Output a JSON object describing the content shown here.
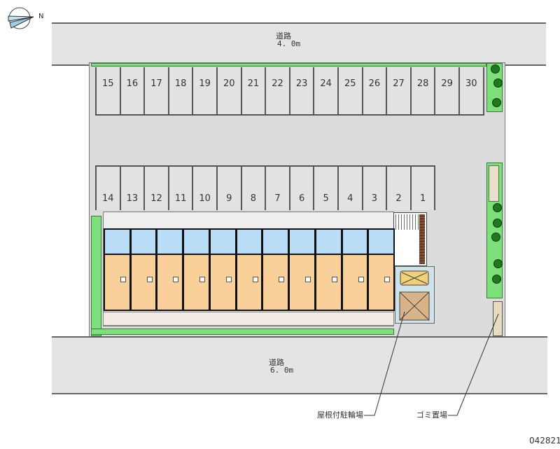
{
  "roads": {
    "top": {
      "label": "道路",
      "width": "4. 0m"
    },
    "bottom": {
      "label": "道路",
      "width": "6. 0m"
    }
  },
  "parking": {
    "top_row": [
      "15",
      "16",
      "17",
      "18",
      "19",
      "20",
      "21",
      "22",
      "23",
      "24",
      "25",
      "26",
      "27",
      "28",
      "29",
      "30"
    ],
    "bottom_row": [
      "14",
      "13",
      "12",
      "11",
      "10",
      "9",
      "8",
      "7",
      "6",
      "5",
      "4",
      "3",
      "2",
      "1"
    ]
  },
  "building": {
    "unit_count": 11
  },
  "callouts": {
    "bike_shelter": "屋根付駐輪場",
    "garbage": "ゴミ置場"
  },
  "compass": {
    "north_label": "N"
  },
  "code": "042821",
  "colors": {
    "room": "#f9cf9a",
    "wet_area": "#b9dcf7",
    "green": "#7ee07a",
    "road": "#e4e4e4"
  }
}
